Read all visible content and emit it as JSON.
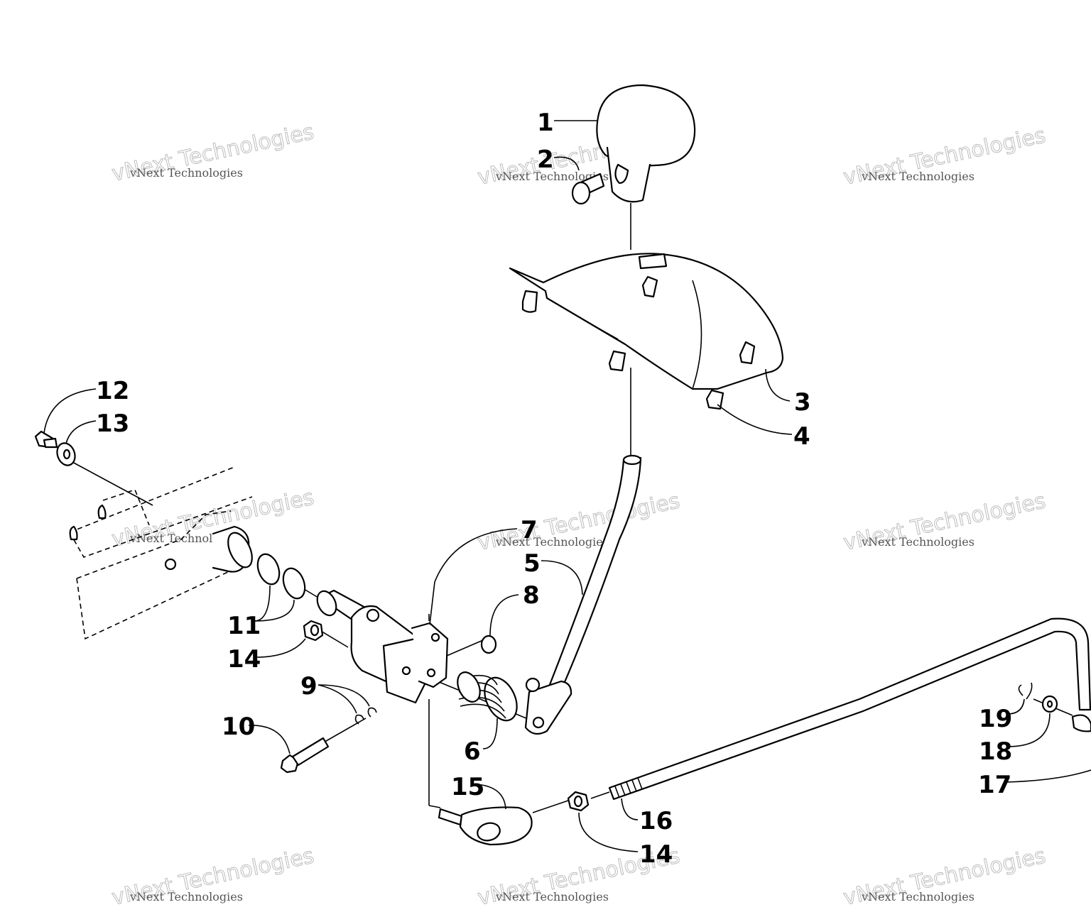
{
  "callouts": {
    "c1": "1",
    "c2": "2",
    "c3": "3",
    "c4": "4",
    "c5": "5",
    "c6": "6",
    "c7": "7",
    "c8": "8",
    "c9": "9",
    "c10": "10",
    "c11": "11",
    "c12": "12",
    "c13": "13",
    "c14a": "14",
    "c14b": "14",
    "c15": "15",
    "c16": "16",
    "c17": "17",
    "c18": "18",
    "c19": "19"
  },
  "watermark": {
    "small": "vNext Technologies",
    "large": "vNext Technologies"
  }
}
